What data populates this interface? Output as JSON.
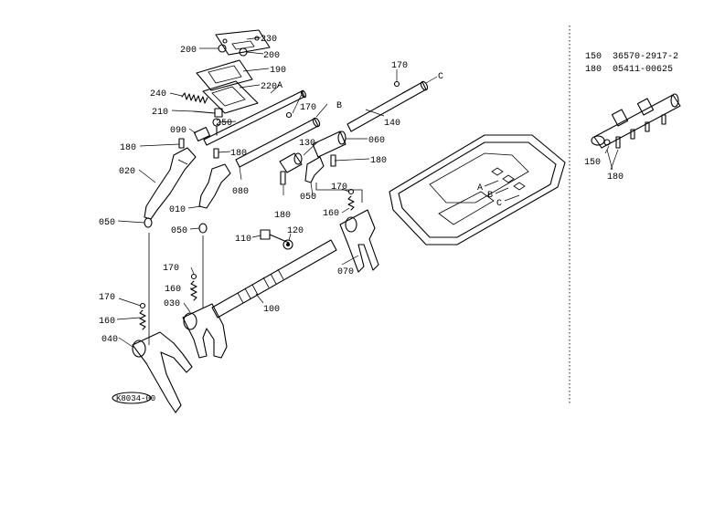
{
  "diagram": {
    "labels": {
      "p230": "230",
      "p200a": "200",
      "p200b": "200",
      "p190": "190",
      "p220": "220",
      "p240": "240",
      "p210": "210",
      "p250": "250",
      "p090": "090",
      "p180a": "180",
      "p020": "020",
      "p180b": "180",
      "p010": "010",
      "p080": "080",
      "p050a": "050",
      "p050b": "050",
      "p170a": "170",
      "p170b": "170",
      "p170c": "170",
      "p170d": "170",
      "p170e": "170",
      "p130": "130",
      "p060": "060",
      "p140": "140",
      "p180c": "180",
      "p180d": "180",
      "p050c": "050",
      "p160a": "160",
      "p160b": "160",
      "p160c": "160",
      "p110": "110",
      "p120": "120",
      "p070": "070",
      "p100": "100",
      "p030": "030",
      "p040": "040",
      "p150": "150",
      "p180e": "180",
      "shaftA": "A",
      "shaftB": "B",
      "shaftC": "C",
      "caseA": "A",
      "caseB": "B",
      "caseC": "C",
      "refnum": "K8034-00"
    },
    "part_numbers": [
      {
        "ref": "150",
        "number": "36570-2917-2"
      },
      {
        "ref": "180",
        "number": "05411-00625"
      }
    ]
  }
}
